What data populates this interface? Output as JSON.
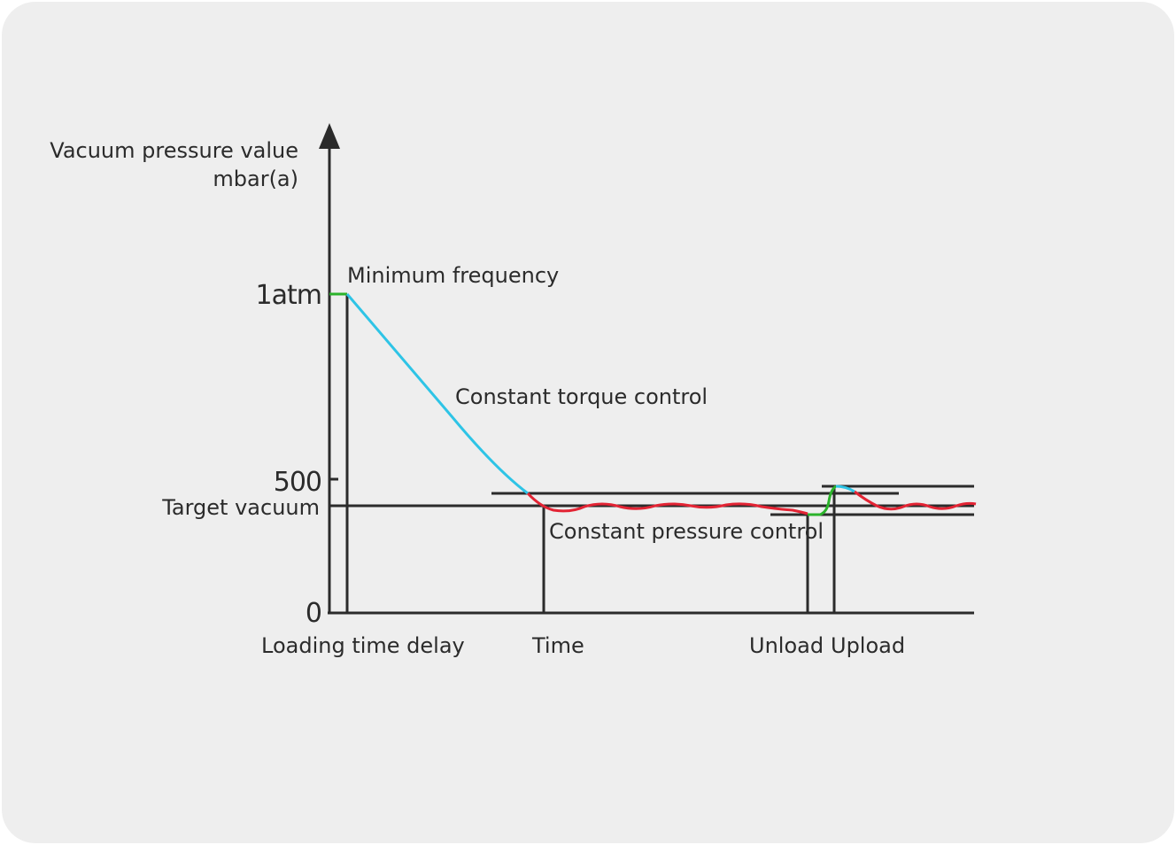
{
  "axis": {
    "y_title_line1": "Vacuum pressure value",
    "y_title_line2": "mbar(a)"
  },
  "y_ticks": {
    "atm": "1atm",
    "five_hundred": "500",
    "target": "Target vacuum",
    "zero": "0"
  },
  "annotations": {
    "min_freq": "Minimum frequency",
    "torque": "Constant torque control",
    "pressure": "Constant pressure control"
  },
  "x_labels": {
    "loading": "Loading time delay",
    "time": "Time",
    "unload": "Unload",
    "upload": "Upload"
  },
  "colors": {
    "axis": "#2b2b2b",
    "min_frequency": "#2bb32b",
    "torque_curve": "#2ec4e6",
    "pressure_curve": "#e32434",
    "background": "#eeeeee"
  }
}
